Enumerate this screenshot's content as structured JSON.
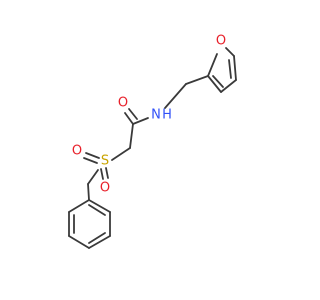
{
  "molecule": {
    "atoms": {
      "furan_oxygen": {
        "symbol": "O",
        "color": "#e8202a"
      },
      "carbonyl_oxygen": {
        "symbol": "O",
        "color": "#e8202a"
      },
      "amide_nitrogen": {
        "symbol": "N",
        "color": "#3050f8"
      },
      "amide_hydrogen": {
        "symbol": "H",
        "color": "#3050f8"
      },
      "sulfur": {
        "symbol": "S",
        "color": "#c9a400"
      },
      "sulfonyl_oxygen_left": {
        "symbol": "O",
        "color": "#e8202a"
      },
      "sulfonyl_oxygen_bottom": {
        "symbol": "O",
        "color": "#e8202a"
      }
    },
    "bond_color": "#3a3a3a"
  }
}
